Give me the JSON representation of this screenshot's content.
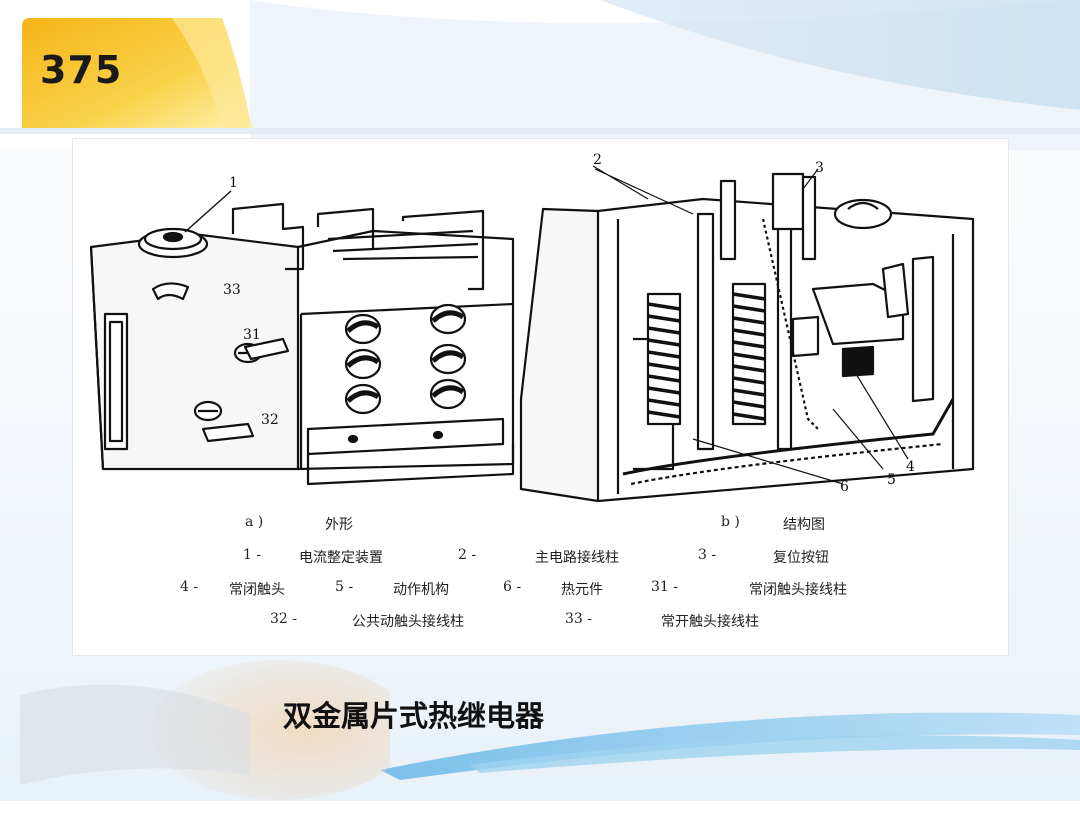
{
  "slide": {
    "number": "375",
    "title": "双金属片式热继电器"
  },
  "figure": {
    "callouts_a": [
      "1",
      "33",
      "31",
      "32"
    ],
    "callouts_b": [
      "2",
      "3",
      "4",
      "5",
      "6"
    ],
    "caption_a": {
      "letter": "a )",
      "text": "外形"
    },
    "caption_b": {
      "letter": "b )",
      "text": "结构图"
    },
    "legend": {
      "row1": [
        {
          "num": "1 -",
          "text": "电流整定装置"
        },
        {
          "num": "2  -",
          "text": "主电路接线柱"
        },
        {
          "num": "3  -",
          "text": "复位按钮"
        }
      ],
      "row2": [
        {
          "num": "4 -",
          "text": "常闭触头"
        },
        {
          "num": "5  -",
          "text": "动作机构"
        },
        {
          "num": "6  -",
          "text": "热元件"
        },
        {
          "num": "31  -",
          "text": "常闭触头接线柱"
        }
      ],
      "row3": [
        {
          "num": "32 -",
          "text": "公共动触头接线柱"
        },
        {
          "num": "33  -",
          "text": "常开触头接线柱"
        }
      ]
    }
  },
  "colors": {
    "accent_yellow": "#f7c21f",
    "accent_blue": "#5aa8d8",
    "ink": "#1a1a1a"
  }
}
